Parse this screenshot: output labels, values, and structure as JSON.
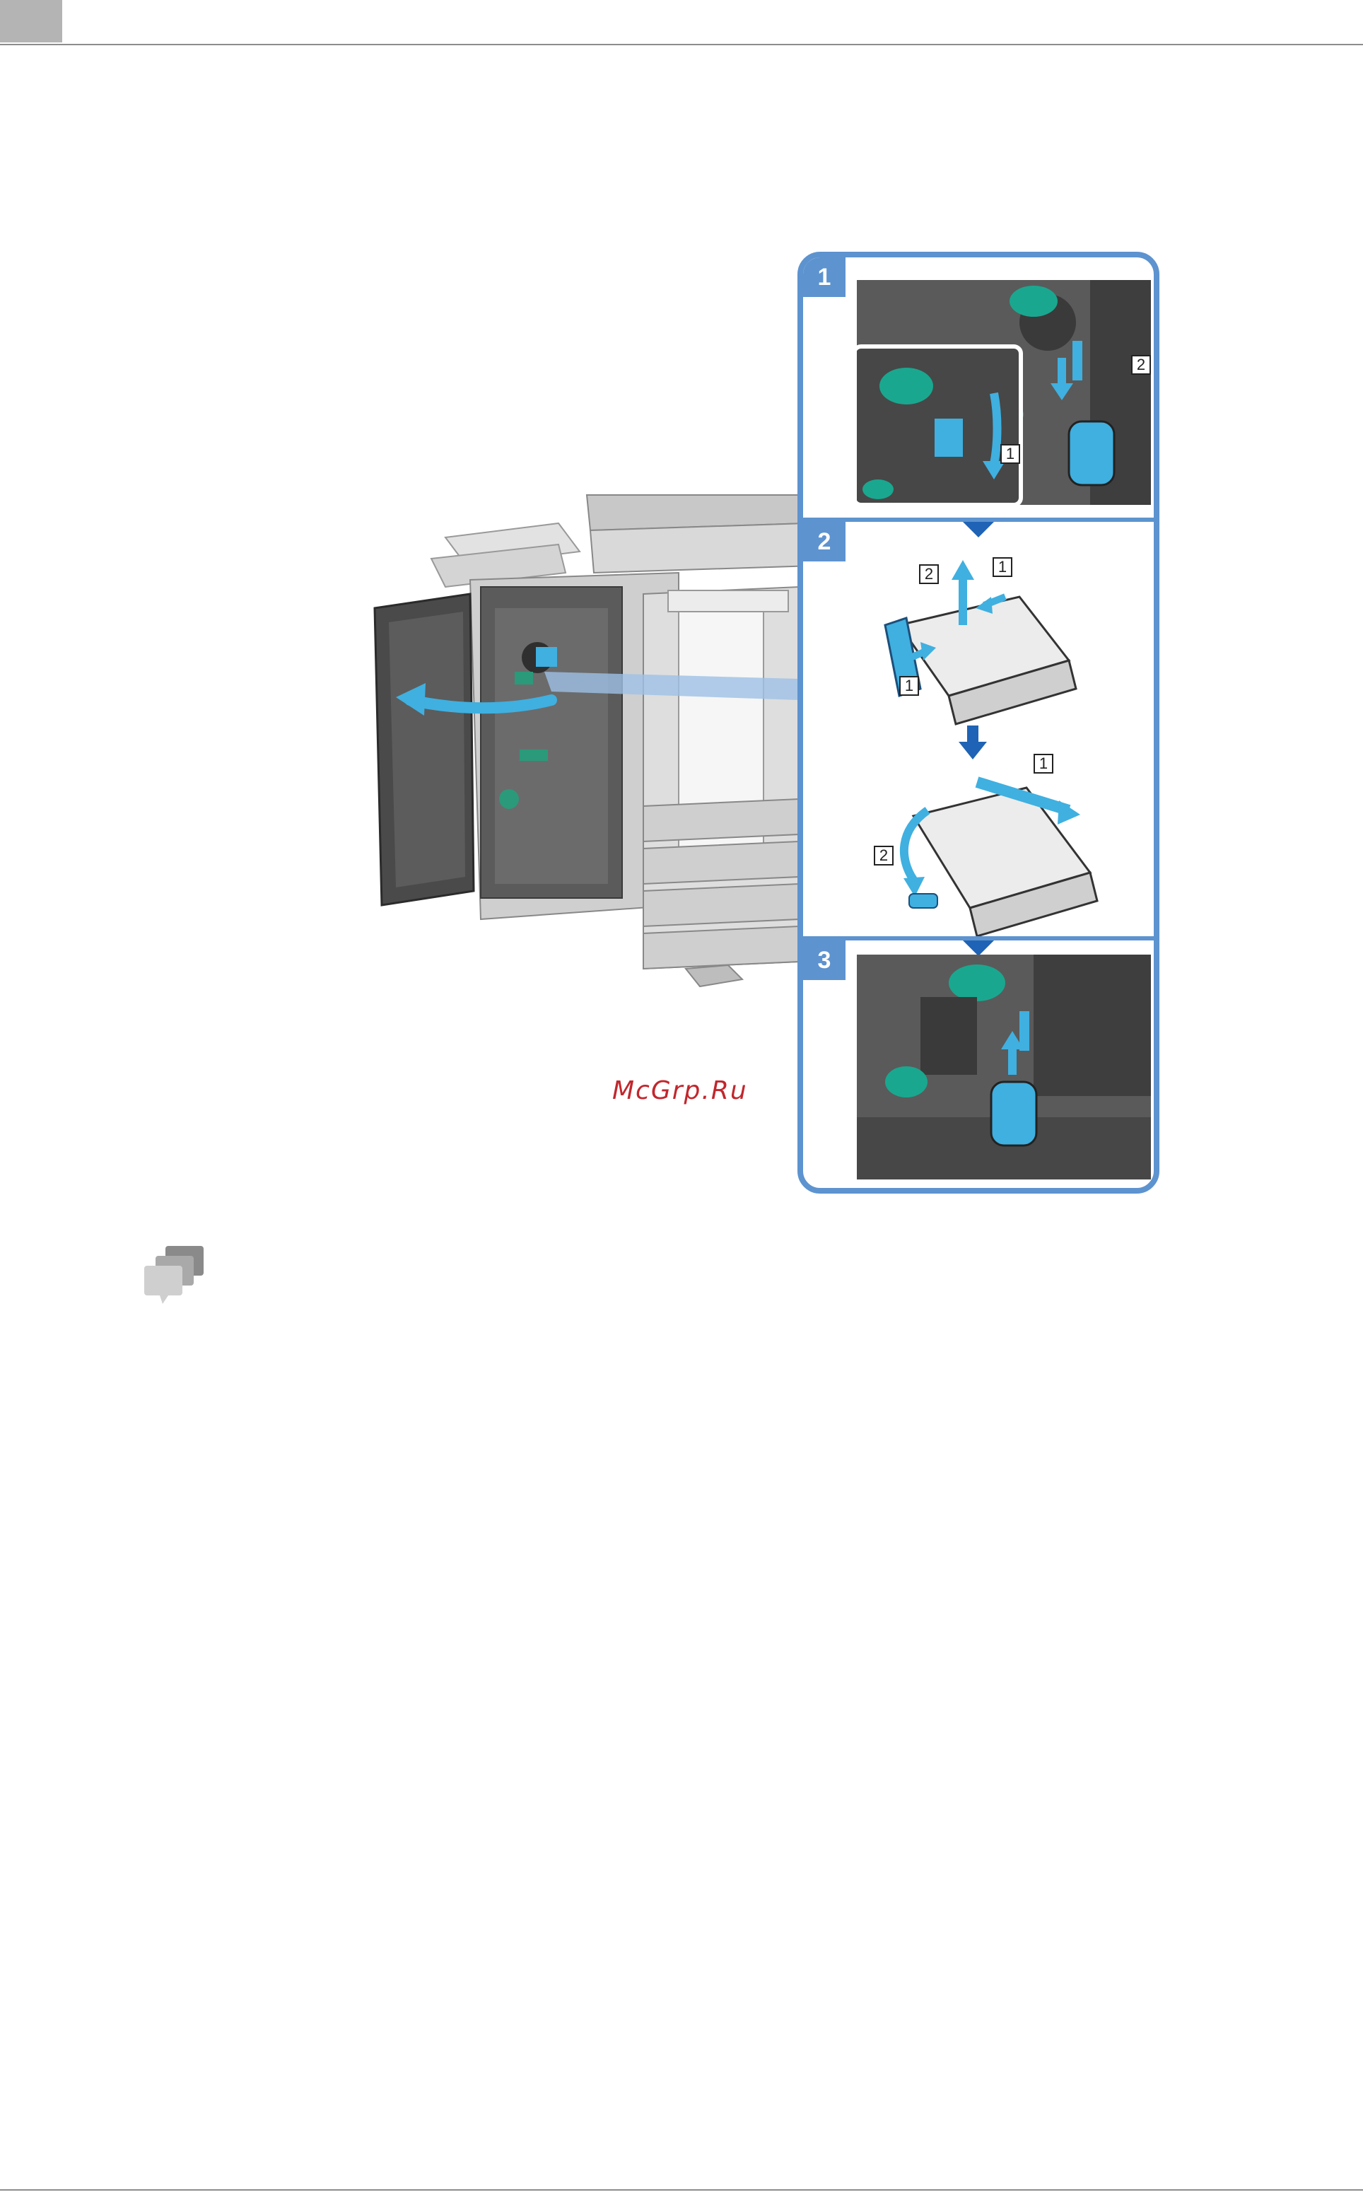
{
  "page": {
    "colors": {
      "accent": "#5d93cf",
      "arrow": "#1e63b5",
      "cyan": "#3fb0e0",
      "watermark": "#c1272d"
    }
  },
  "illustration": {
    "icon": "copier-with-finisher-door-open"
  },
  "procedure": {
    "steps": [
      {
        "number": "1",
        "callouts": [
          "1",
          "2"
        ]
      },
      {
        "number": "2",
        "callouts_top": [
          "2",
          "1",
          "1"
        ],
        "callouts_bottom": [
          "1",
          "2"
        ]
      },
      {
        "number": "3"
      }
    ]
  },
  "watermark": {
    "text": "McGrp.Ru"
  },
  "note": {
    "icon": "speech-bubbles-icon"
  }
}
